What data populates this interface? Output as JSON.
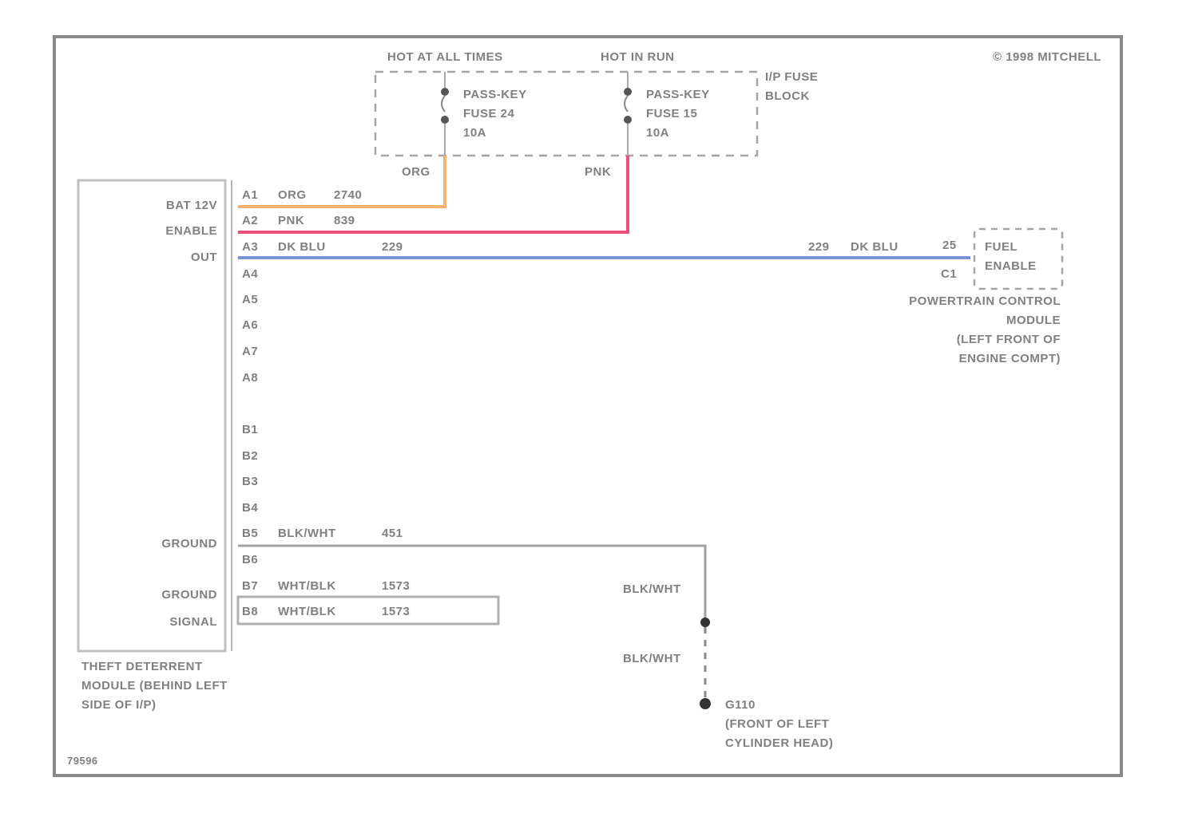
{
  "diagram": {
    "copyright": "© 1998 MITCHELL",
    "figure_id": "79596",
    "power_labels": {
      "hot_at_all_times": "HOT AT ALL TIMES",
      "hot_in_run": "HOT IN RUN"
    },
    "fuse_block": {
      "label_line1": "I/P FUSE",
      "label_line2": "BLOCK"
    },
    "fuses": [
      {
        "line1": "PASS-KEY",
        "line2": "FUSE 24",
        "line3": "10A",
        "wire_color": "ORG"
      },
      {
        "line1": "PASS-KEY",
        "line2": "FUSE 15",
        "line3": "10A",
        "wire_color": "PNK"
      }
    ],
    "theft_module": {
      "pin_labels": {
        "bat": "BAT 12V",
        "enable": "ENABLE",
        "out": "OUT",
        "ground1": "GROUND",
        "ground2": "GROUND",
        "signal": "SIGNAL"
      },
      "pins": [
        {
          "id": "A1",
          "color": "ORG",
          "circuit": "2740"
        },
        {
          "id": "A2",
          "color": "PNK",
          "circuit": "839"
        },
        {
          "id": "A3",
          "color": "DK BLU",
          "circuit": "229"
        },
        {
          "id": "A4"
        },
        {
          "id": "A5"
        },
        {
          "id": "A6"
        },
        {
          "id": "A7"
        },
        {
          "id": "A8"
        },
        {
          "id": "B1"
        },
        {
          "id": "B2"
        },
        {
          "id": "B3"
        },
        {
          "id": "B4"
        },
        {
          "id": "B5",
          "color": "BLK/WHT",
          "circuit": "451"
        },
        {
          "id": "B6"
        },
        {
          "id": "B7",
          "color": "WHT/BLK",
          "circuit": "1573"
        },
        {
          "id": "B8",
          "color": "WHT/BLK",
          "circuit": "1573"
        }
      ],
      "caption_line1": "THEFT DETERRENT",
      "caption_line2": "MODULE (BEHIND LEFT",
      "caption_line3": "SIDE OF I/P)"
    },
    "pcm": {
      "wire_circuit": "229",
      "wire_color": "DK BLU",
      "pin_top": "25",
      "pin_bottom": "C1",
      "box_line1": "FUEL",
      "box_line2": "ENABLE",
      "caption_line1": "POWERTRAIN CONTROL",
      "caption_line2": "MODULE",
      "caption_line3": "(LEFT FRONT OF",
      "caption_line4": "ENGINE COMPT)"
    },
    "ground": {
      "wire_color_1": "BLK/WHT",
      "wire_color_2": "BLK/WHT",
      "id": "G110",
      "caption_line1": "(FRONT OF LEFT",
      "caption_line2": "CYLINDER HEAD)"
    },
    "colors": {
      "orange_wire": "#f5b06a",
      "pink_wire": "#ee4f7a",
      "blue_wire": "#7d92d6",
      "line": "#9a9a9a"
    }
  }
}
